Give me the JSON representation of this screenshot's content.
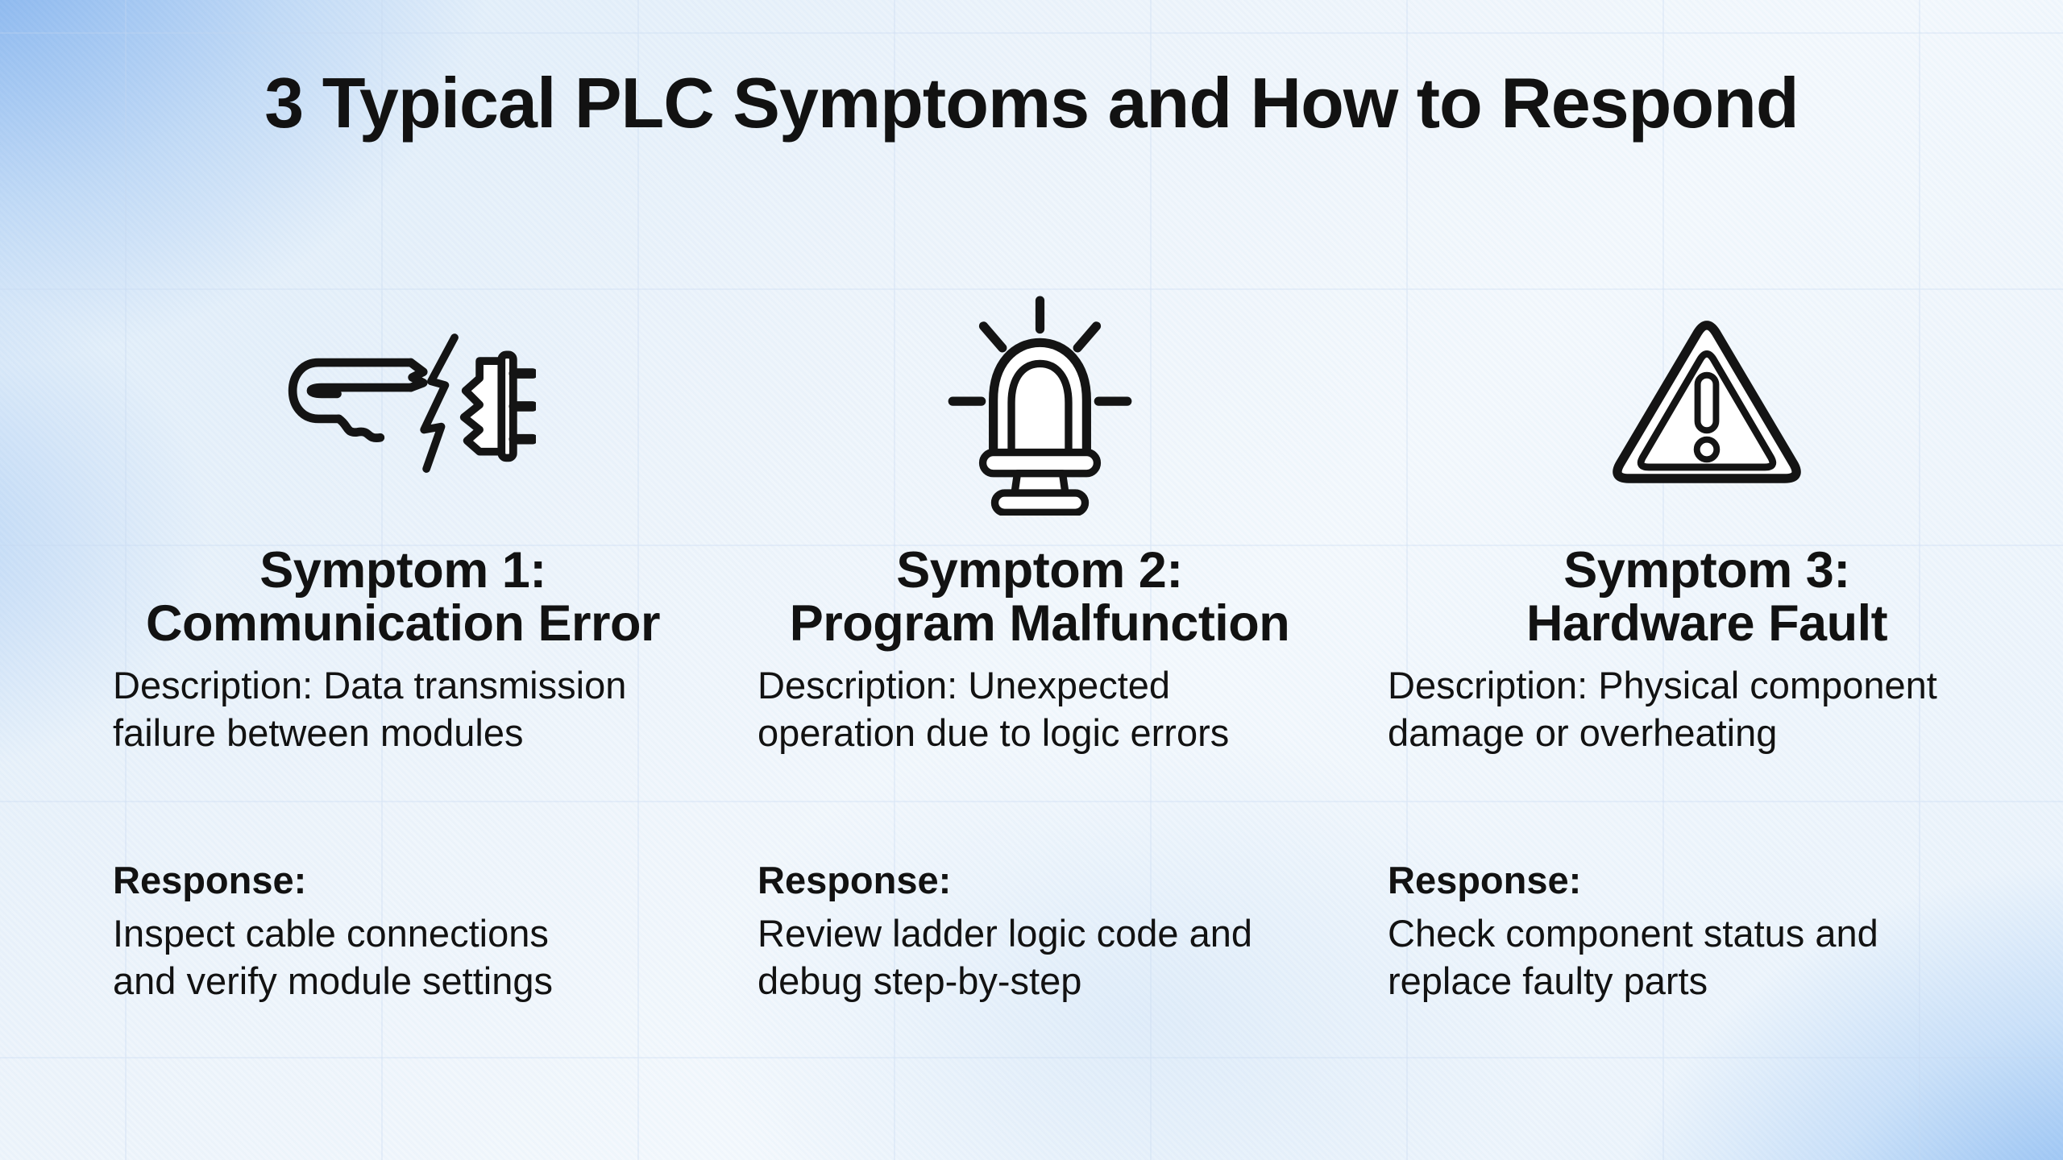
{
  "title": "3 Typical PLC Symptoms and How to Respond",
  "colors": {
    "background_top_left": "#7fb2ef",
    "background_bottom_right": "#8ebef2",
    "background_center": "#f2f7fc",
    "grid_line": "#c5d7f0",
    "text": "#121212",
    "icon_stroke": "#141414",
    "icon_fill": "#ffffff"
  },
  "columns": [
    {
      "icon": "broken-cable-icon",
      "heading_lines": [
        "Symptom 1:",
        "Communication Error"
      ],
      "description_lines": [
        "Description: Data transmission",
        "failure between modules"
      ],
      "response_label": "Response:",
      "response_lines": [
        "Inspect cable connections",
        "and verify module settings"
      ]
    },
    {
      "icon": "alarm-beacon-icon",
      "heading_lines": [
        "Symptom 2:",
        "Program Malfunction"
      ],
      "description_lines": [
        "Description: Unexpected",
        "operation due to logic errors"
      ],
      "response_label": "Response:",
      "response_lines": [
        "Review ladder logic code and",
        "debug step-by-step"
      ]
    },
    {
      "icon": "warning-triangle-icon",
      "heading_lines": [
        "Symptom 3:",
        "Hardware Fault"
      ],
      "description_lines": [
        "Description: Physical component",
        "damage or overheating"
      ],
      "response_label": "Response:",
      "response_lines": [
        "Check component status and",
        "replace faulty parts"
      ]
    }
  ]
}
